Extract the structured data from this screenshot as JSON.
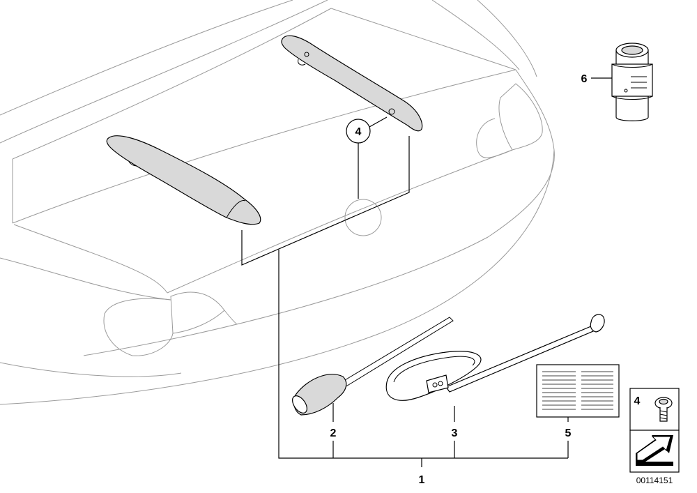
{
  "callouts": {
    "c1": "1",
    "c2": "2",
    "c3": "3",
    "c4_circle": "4",
    "c5": "5",
    "c6": "6",
    "c4_screw": "4"
  },
  "document_id": "00114151",
  "icons": {
    "screw": "screw-icon",
    "direction_arrow": "arrow-icon"
  }
}
